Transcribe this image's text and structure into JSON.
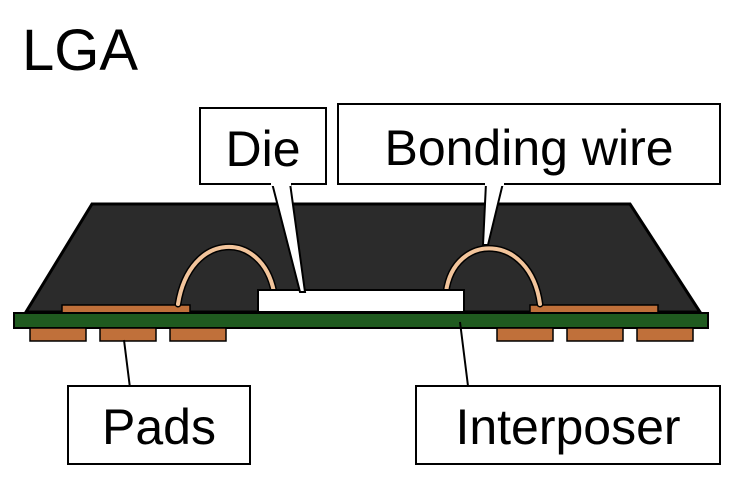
{
  "title": "LGA",
  "labels": {
    "die": "Die",
    "bonding_wire": "Bonding wire",
    "pads": "Pads",
    "interposer": "Interposer"
  },
  "colors": {
    "mold": "#2b2b2b",
    "interposer": "#1f5a1f",
    "pad": "#c0703a",
    "wire": "#f2c49b",
    "die": "#ffffff",
    "outline": "#000000"
  }
}
